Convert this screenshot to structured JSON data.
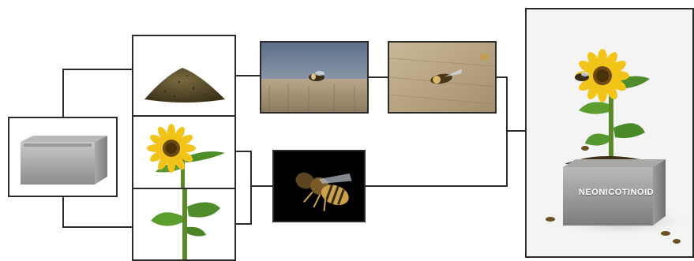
{
  "diagram": {
    "type": "flow-collage",
    "line_color": "#2b2b2b",
    "panels": [
      {
        "id": "planter-box",
        "depicts": "metal-planter-box"
      },
      {
        "id": "soil-pile",
        "depicts": "soil-pile"
      },
      {
        "id": "sunflower-bloom",
        "depicts": "sunflower-bloom"
      },
      {
        "id": "sunflower-stem",
        "depicts": "sunflower-stem-leaves"
      },
      {
        "id": "bee-on-wood",
        "depicts": "bee-on-wood"
      },
      {
        "id": "dead-bee-wood",
        "depicts": "dead-bee-on-wood"
      },
      {
        "id": "bee-closeup",
        "depicts": "bee-closeup"
      },
      {
        "id": "result-scene",
        "depicts": "sunflower-in-planter-with-dead-bees"
      }
    ],
    "planter_label": "NEONICOTINOID"
  }
}
